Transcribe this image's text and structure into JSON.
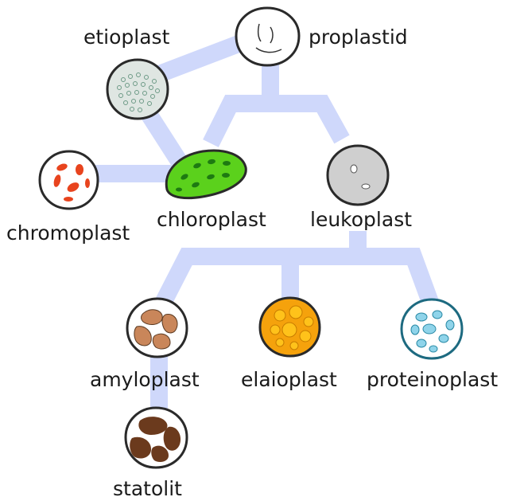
{
  "diagram": {
    "colors": {
      "connector": "#cfd8fb",
      "proplastid": "#ffffff",
      "etioplast": "#dfe6e2",
      "chloroplast": "#5bd11c",
      "chromoplast": "#e8441e",
      "leukoplast": "#cfcfcf",
      "amyloplast": "#c9865a",
      "elaioplast": "#ffc21a",
      "proteinoplast": "#8fd4ea",
      "statolit": "#6b3a1d"
    },
    "nodes": {
      "proplastid": "proplastid",
      "etioplast": "etioplast",
      "chromoplast": "chromoplast",
      "chloroplast": "chloroplast",
      "leukoplast": "leukoplast",
      "amyloplast": "amyloplast",
      "elaioplast": "elaioplast",
      "proteinoplast": "proteinoplast",
      "statolit": "statolit"
    }
  }
}
